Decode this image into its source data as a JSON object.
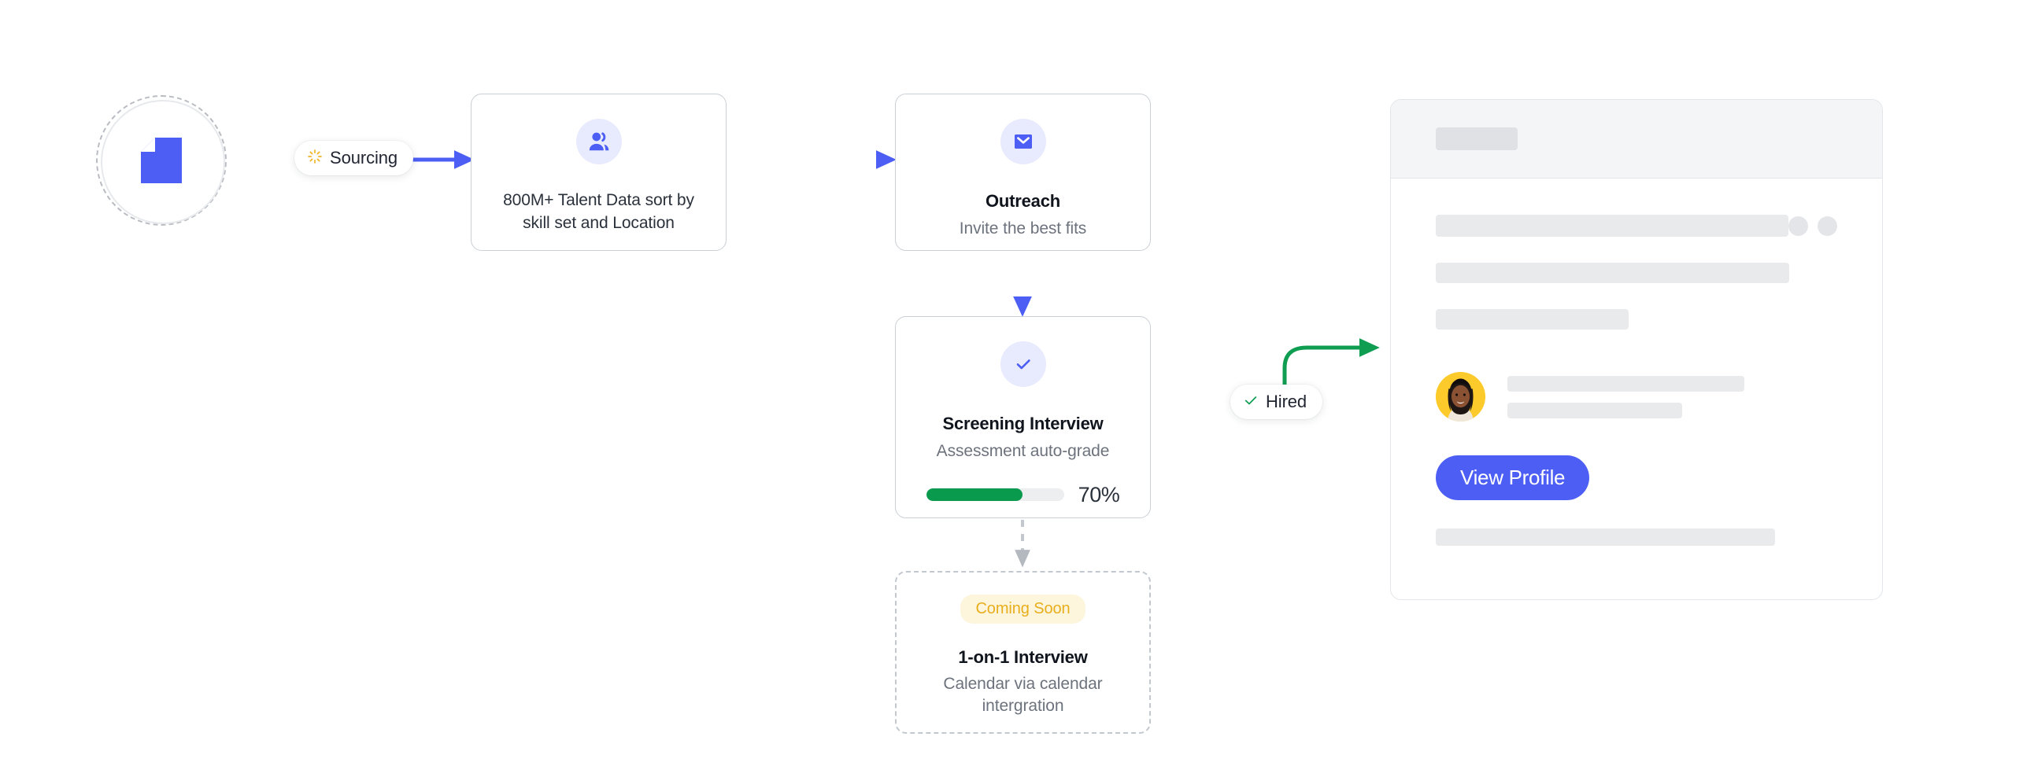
{
  "colors": {
    "brand_blue": "#4c5ef3",
    "icon_bg": "#e8eafd",
    "amber": "#f0b429",
    "green": "#0a9a4e",
    "badge_text": "#e8ae1c",
    "badge_bg": "#fdf6dd",
    "card_border": "#cbd0d6",
    "muted_text": "#6d737d",
    "avatar_bg": "#fccb2b"
  },
  "source_node": {
    "icon": "document-icon"
  },
  "labels": {
    "sourcing": "Sourcing",
    "sourcing_icon": "loading-spinner-icon",
    "hired": "Hired",
    "hired_icon": "check-icon"
  },
  "cards": {
    "talent": {
      "icon": "people-icon",
      "text": "800M+ Talent Data sort by skill set and Location"
    },
    "outreach": {
      "icon": "envelope-icon",
      "title": "Outreach",
      "subtitle": "Invite the best fits"
    },
    "screening": {
      "icon": "check-circle-icon",
      "title": "Screening Interview",
      "subtitle": "Assessment auto-grade",
      "progress_percent": 70,
      "progress_label": "70%"
    },
    "one_on_one": {
      "badge": "Coming Soon",
      "title": "1-on-1 Interview",
      "subtitle": "Calendar via calendar intergration"
    }
  },
  "preview": {
    "avatar": "candidate-avatar",
    "view_profile_label": "View Profile"
  }
}
